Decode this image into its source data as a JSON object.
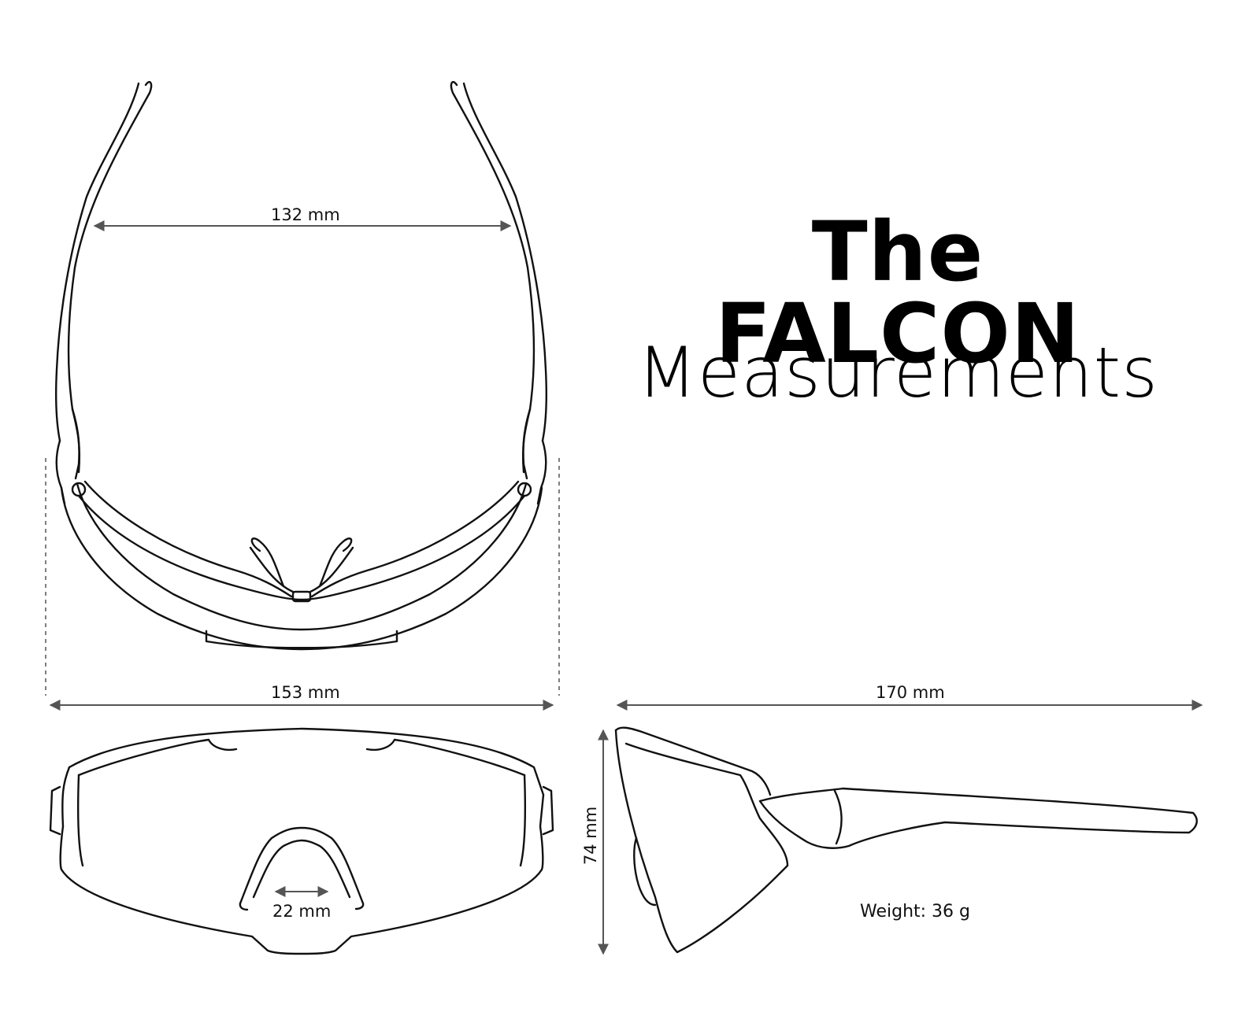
{
  "title": "The FALCON",
  "subtitle": "Measurements",
  "dimensions": {
    "temple_width": "132 mm",
    "frame_width": "153 mm",
    "total_length": "170 mm",
    "height": "74 mm",
    "bridge_width": "22 mm"
  },
  "weight": "Weight: 36 g",
  "colors": {
    "line": "#111111",
    "dimension_line": "#555555"
  }
}
